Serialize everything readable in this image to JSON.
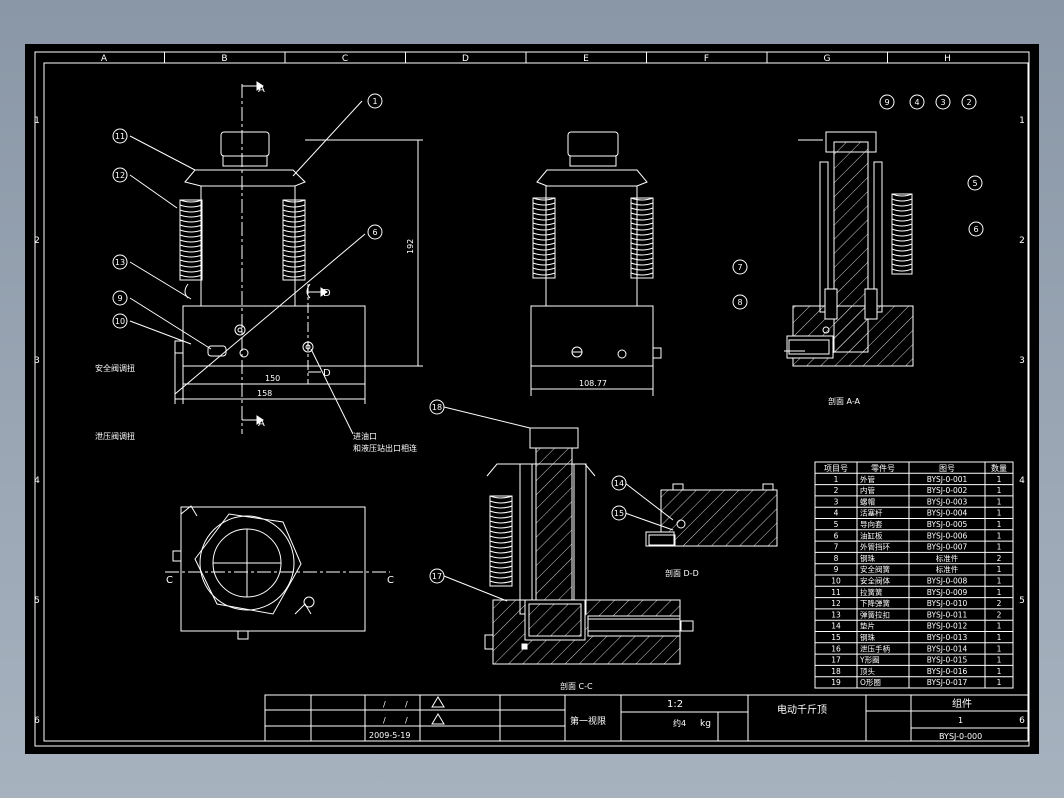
{
  "colors": {
    "background": "#000000",
    "line": "#ffffff",
    "frame": "#ffffff",
    "viewport": "#8f9cab"
  },
  "border": {
    "columns": [
      "A",
      "B",
      "C",
      "D",
      "E",
      "F",
      "G",
      "H"
    ],
    "rows": [
      "1",
      "2",
      "3",
      "4",
      "5",
      "6"
    ]
  },
  "views": {
    "section_aa": "A",
    "section_cc": "C",
    "section_dd": "D",
    "label_aa": "剖面 A-A",
    "label_cc": "剖面 C-C",
    "label_dd": "剖面 D-D"
  },
  "dimensions": {
    "width_150": "150",
    "width_158": "158",
    "height_192": "192",
    "side_width": "108.77"
  },
  "balloons": {
    "front": [
      "11",
      "12",
      "13",
      "9",
      "10",
      "1",
      "6"
    ],
    "section_aa": [
      "9",
      "4",
      "3",
      "2",
      "5",
      "6",
      "7",
      "8"
    ],
    "section_cc": [
      "18",
      "17"
    ],
    "section_dd": [
      "14",
      "15"
    ]
  },
  "callouts": {
    "safety_valve": "安全阀调扭",
    "relief_valve": "泄压阀调扭",
    "inlet_1": "进油口",
    "inlet_2": "和液压站出口相连"
  },
  "parts_table": {
    "headers": [
      "项目号",
      "零件号",
      "图号",
      "数量"
    ],
    "rows": [
      [
        "1",
        "外管",
        "BYSJ-0-001",
        "1"
      ],
      [
        "2",
        "内管",
        "BYSJ-0-002",
        "1"
      ],
      [
        "3",
        "螺帽",
        "BYSJ-0-003",
        "1"
      ],
      [
        "4",
        "活塞杆",
        "BYSJ-0-004",
        "1"
      ],
      [
        "5",
        "导向套",
        "BYSJ-0-005",
        "1"
      ],
      [
        "6",
        "油缸板",
        "BYSJ-0-006",
        "1"
      ],
      [
        "7",
        "外管挡环",
        "BYSJ-0-007",
        "1"
      ],
      [
        "8",
        "钢珠",
        "标准件",
        "2"
      ],
      [
        "9",
        "安全阀簧",
        "标准件",
        "1"
      ],
      [
        "10",
        "安全阀体",
        "BYSJ-0-008",
        "1"
      ],
      [
        "11",
        "拉簧簧",
        "BYSJ-0-009",
        "1"
      ],
      [
        "12",
        "下降弹簧",
        "BYSJ-0-010",
        "2"
      ],
      [
        "13",
        "弹簧拉扣",
        "BYSJ-0-011",
        "2"
      ],
      [
        "14",
        "垫片",
        "BYSJ-0-012",
        "1"
      ],
      [
        "15",
        "钢珠",
        "BYSJ-0-013",
        "1"
      ],
      [
        "16",
        "泄压手柄",
        "BYSJ-0-014",
        "1"
      ],
      [
        "17",
        "Y形圈",
        "BYSJ-0-015",
        "1"
      ],
      [
        "18",
        "顶头",
        "BYSJ-0-016",
        "1"
      ],
      [
        "19",
        "O形圈",
        "BYSJ-0-017",
        "1"
      ]
    ]
  },
  "title_block": {
    "date": "2009-5-19",
    "scale": "1:2",
    "weight": "约4",
    "weight_unit": "kg",
    "angle": "第一视限",
    "product": "电动千斤顶",
    "type": "组件",
    "count": "1",
    "drawing_no": "BYSJ-0-000",
    "slash": "/"
  }
}
